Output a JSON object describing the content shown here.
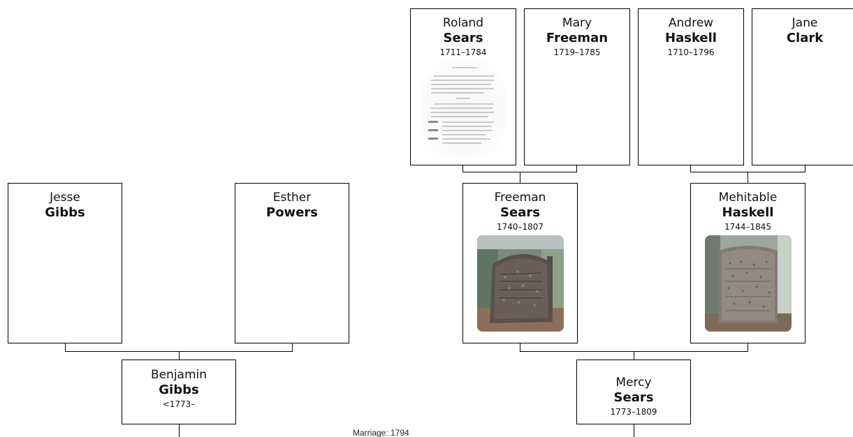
{
  "people": {
    "roland_sears": {
      "given": "Roland",
      "surname": "Sears",
      "dates": "1711–1784"
    },
    "mary_freeman": {
      "given": "Mary",
      "surname": "Freeman",
      "dates": "1719–1785"
    },
    "andrew_haskell": {
      "given": "Andrew",
      "surname": "Haskell",
      "dates": "1710–1796"
    },
    "jane_clark": {
      "given": "Jane",
      "surname": "Clark",
      "dates": ""
    },
    "jesse_gibbs": {
      "given": "Jesse",
      "surname": "Gibbs",
      "dates": ""
    },
    "esther_powers": {
      "given": "Esther",
      "surname": "Powers",
      "dates": ""
    },
    "freeman_sears": {
      "given": "Freeman",
      "surname": "Sears",
      "dates": "1740–1807"
    },
    "mehitable_haskell": {
      "given": "Mehitable",
      "surname": "Haskell",
      "dates": "1744–1845"
    },
    "benjamin_gibbs": {
      "given": "Benjamin",
      "surname": "Gibbs",
      "dates": "<1773–"
    },
    "mercy_sears": {
      "given": "Mercy",
      "surname": "Sears",
      "dates": "1773–1809"
    }
  },
  "marriage": {
    "label": "Marriage: 1794"
  },
  "images": {
    "roland_sears": "document-scan",
    "freeman_sears": "gravestone-photo",
    "mehitable_haskell": "gravestone-photo"
  }
}
